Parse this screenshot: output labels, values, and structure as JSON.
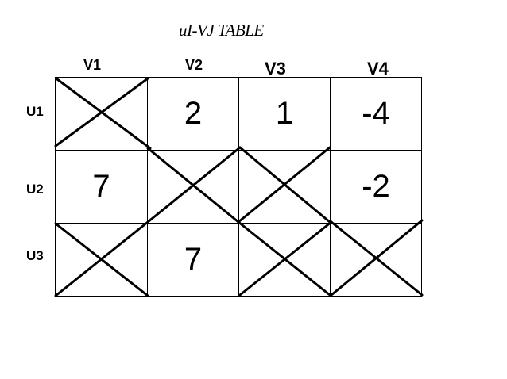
{
  "title": "uI-VJ TABLE",
  "columns": [
    "V1",
    "V2",
    "V3",
    "V4"
  ],
  "rows": [
    "U1",
    "U2",
    "U3"
  ],
  "cells": {
    "r1": [
      "",
      "2",
      "1",
      "-4"
    ],
    "r2": [
      "7",
      "",
      "",
      "-2"
    ],
    "r3": [
      "",
      "7",
      "",
      ""
    ]
  }
}
